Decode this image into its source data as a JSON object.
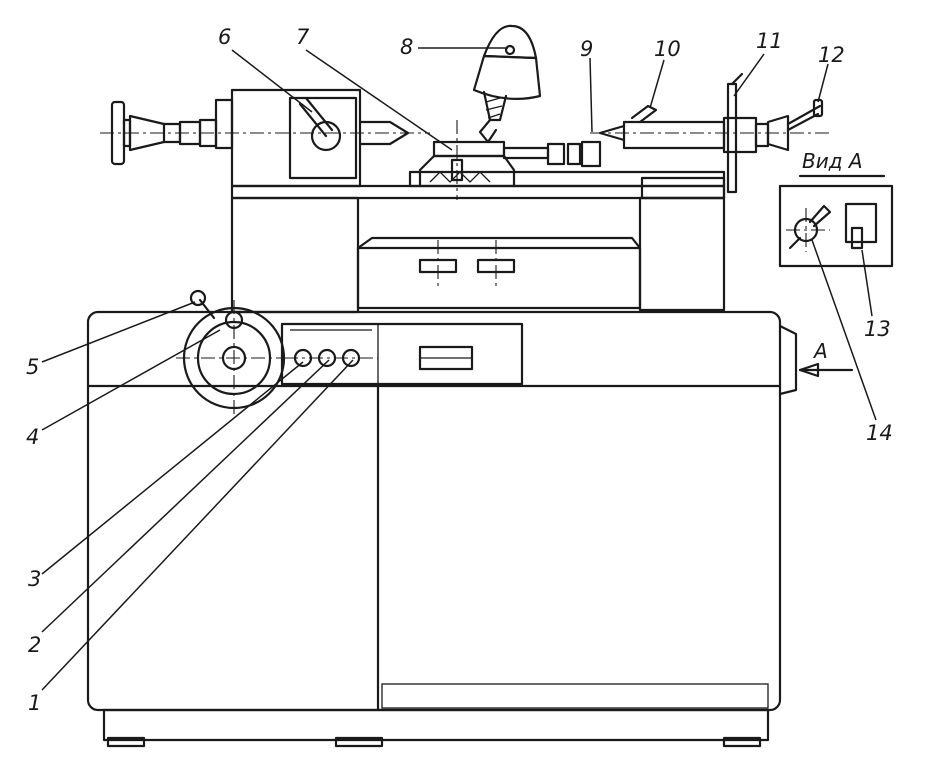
{
  "diagram": {
    "labels": [
      "1",
      "2",
      "3",
      "4",
      "5",
      "6",
      "7",
      "8",
      "9",
      "10",
      "11",
      "12",
      "13",
      "14"
    ],
    "view_title": "Вид А",
    "arrow_label": "А"
  }
}
